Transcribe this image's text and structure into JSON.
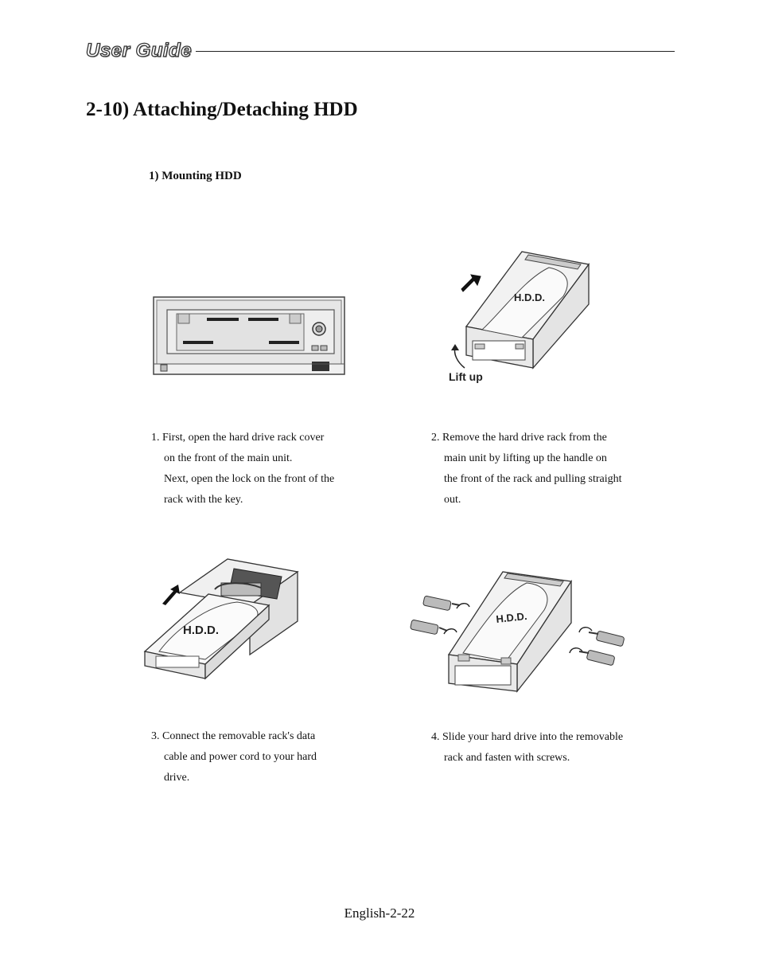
{
  "header": {
    "logo_text": "User Guide"
  },
  "title": "2-10)   Attaching/Detaching HDD",
  "subtitle": "1) Mounting HDD",
  "figures": {
    "fig2": {
      "label": "H.D.D.",
      "caption": "Lift up"
    },
    "fig3": {
      "label": "H.D.D."
    },
    "fig4": {
      "label": "H.D.D."
    }
  },
  "steps": [
    {
      "lines": [
        "1. First, open the hard drive rack cover",
        "on the front of the main unit.",
        "Next, open the lock on the front of the",
        "rack with the key."
      ]
    },
    {
      "lines": [
        "2. Remove the hard drive rack from the",
        "main unit by lifting up the handle on",
        "the front of the rack and pulling straight",
        "out."
      ]
    },
    {
      "lines": [
        "3. Connect the removable rack's data",
        "cable and power cord to your hard",
        "drive."
      ]
    },
    {
      "lines": [
        "4. Slide your hard drive into the removable",
        "rack and fasten with screws."
      ]
    }
  ],
  "footer": "English-2-22"
}
